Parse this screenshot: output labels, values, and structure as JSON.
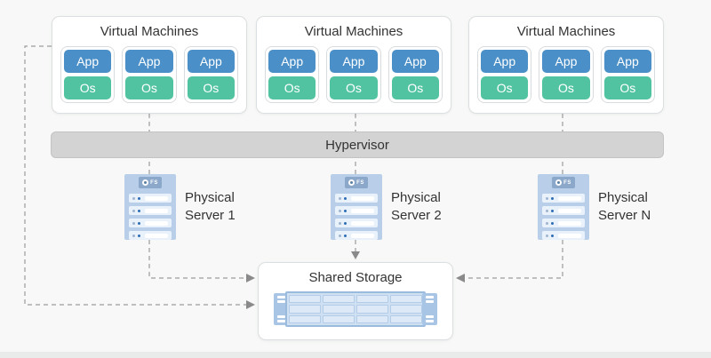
{
  "colors": {
    "app_blue": "#4a8fc7",
    "os_teal": "#52c3a1",
    "hypervisor_gray": "#d3d3d3",
    "server_blue": "#b9cfe9",
    "connector_gray": "#9c9c9c",
    "background": "#f7f8f7"
  },
  "vm_groups": [
    {
      "title": "Virtual Machines",
      "units": [
        {
          "app": "App",
          "os": "Os"
        },
        {
          "app": "App",
          "os": "Os"
        },
        {
          "app": "App",
          "os": "Os"
        }
      ]
    },
    {
      "title": "Virtual Machines",
      "units": [
        {
          "app": "App",
          "os": "Os"
        },
        {
          "app": "App",
          "os": "Os"
        },
        {
          "app": "App",
          "os": "Os"
        }
      ]
    },
    {
      "title": "Virtual Machines",
      "units": [
        {
          "app": "App",
          "os": "Os"
        },
        {
          "app": "App",
          "os": "Os"
        },
        {
          "app": "App",
          "os": "Os"
        }
      ]
    }
  ],
  "hypervisor": {
    "label": "Hypervisor"
  },
  "servers": [
    {
      "brand": "FS",
      "label": "Physical Server 1"
    },
    {
      "brand": "FS",
      "label": "Physical Server 2"
    },
    {
      "brand": "FS",
      "label": "Physical Server N"
    }
  ],
  "storage": {
    "title": "Shared Storage"
  }
}
